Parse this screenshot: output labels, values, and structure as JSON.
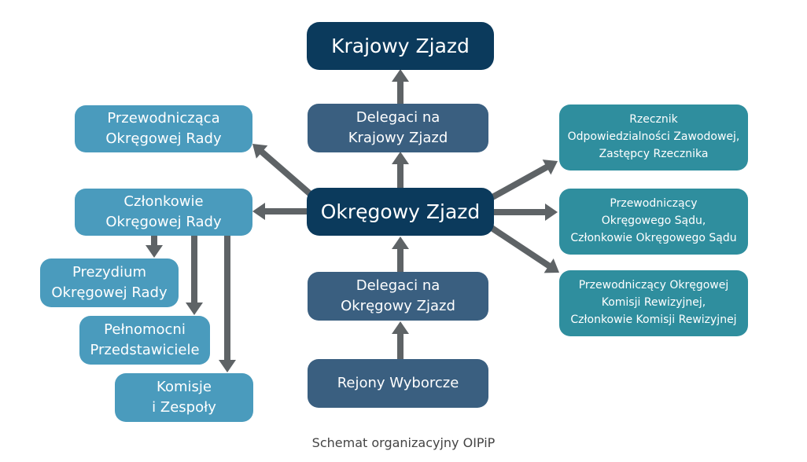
{
  "boxes": {
    "krajowy_zjazd": "Krajowy Zjazd",
    "delegaci_krajowy": "Delegaci na\nKrajowy Zjazd",
    "okregowy_zjazd": "Okręgowy Zjazd",
    "delegaci_okregowy": "Delegaci na\nOkręgowy Zjazd",
    "rejony_wyborcze": "Rejony Wyborcze",
    "przewodniczaca_rady": "Przewodnicząca\nOkręgowej Rady",
    "czlonkowie_rady": "Członkowie\nOkręgowej Rady",
    "prezydium": "Prezydium\nOkręgowej Rady",
    "pelnomocni": "Pełnomocni\nPrzedstawiciele",
    "komisje": "Komisje\ni Zespoły",
    "rzecznik": "Rzecznik\nOdpowiedzialności Zawodowej,\nZastępcy Rzecznika",
    "sad": "Przewodniczący\nOkręgowego Sądu,\nCzłonkowie Okręgowego Sądu",
    "komisja_rewizyjna": "Przewodniczący Okręgowej\nKomisji Rewizyjnej,\nCzłonkowie Komisji Rewizyjnej"
  },
  "caption": "Schemat organizacyjny OIPiP",
  "colors": {
    "navy": "#0b3a5c",
    "slate": "#3a5f80",
    "light_blue": "#4a9bbd",
    "teal": "#2f8e9e",
    "arrow": "#5e6366"
  }
}
